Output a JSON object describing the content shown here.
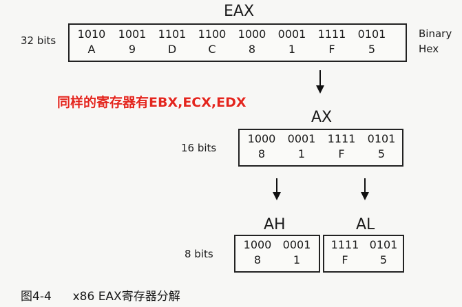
{
  "eax": {
    "title": "EAX",
    "size": "32 bits",
    "right_labels": [
      "Binary",
      "Hex"
    ],
    "binary": [
      "1010",
      "1001",
      "1101",
      "1100",
      "1000",
      "0001",
      "1111",
      "0101"
    ],
    "hex": [
      "A",
      "9",
      "D",
      "C",
      "8",
      "1",
      "F",
      "5"
    ]
  },
  "note": "同样的寄存器有EBX,ECX,EDX",
  "ax": {
    "title": "AX",
    "size": "16 bits",
    "binary": [
      "1000",
      "0001",
      "1111",
      "0101"
    ],
    "hex": [
      "8",
      "1",
      "F",
      "5"
    ]
  },
  "ah": {
    "title": "AH",
    "binary": [
      "1000",
      "0001"
    ],
    "hex": [
      "8",
      "1"
    ]
  },
  "al": {
    "title": "AL",
    "binary": [
      "1111",
      "0101"
    ],
    "hex": [
      "F",
      "5"
    ]
  },
  "bits8": "8 bits",
  "caption": {
    "figure": "图4-4",
    "text": "x86 EAX寄存器分解"
  }
}
